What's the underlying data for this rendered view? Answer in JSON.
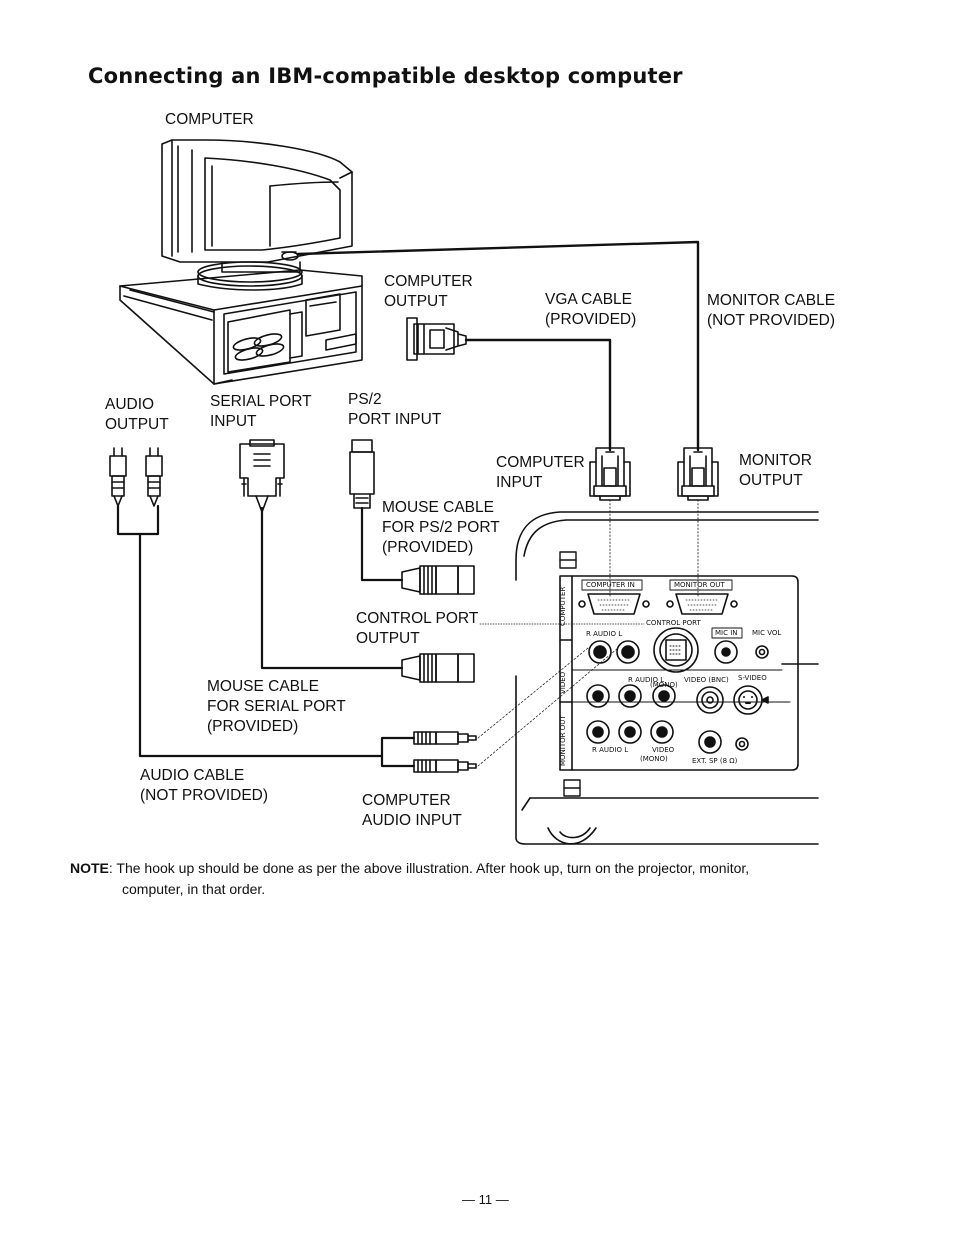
{
  "title": "Connecting an IBM-compatible desktop computer",
  "labels": {
    "computer": "COMPUTER",
    "computer_output": [
      "COMPUTER",
      "OUTPUT"
    ],
    "vga_cable": [
      "VGA CABLE",
      "(PROVIDED)"
    ],
    "monitor_cable": [
      "MONITOR CABLE",
      "(NOT PROVIDED)"
    ],
    "audio_output": [
      "AUDIO",
      "OUTPUT"
    ],
    "serial_port_input": [
      "SERIAL PORT",
      "INPUT"
    ],
    "ps2_port_input": [
      "PS/2",
      "PORT INPUT"
    ],
    "computer_input": [
      "COMPUTER",
      "INPUT"
    ],
    "monitor_output": [
      "MONITOR",
      "OUTPUT"
    ],
    "mouse_cable_ps2": [
      "MOUSE CABLE",
      "FOR PS/2 PORT",
      "(PROVIDED)"
    ],
    "control_port_output": [
      "CONTROL PORT",
      "OUTPUT"
    ],
    "mouse_cable_serial": [
      "MOUSE CABLE",
      "FOR SERIAL PORT",
      "(PROVIDED)"
    ],
    "audio_cable": [
      "AUDIO CABLE",
      "(NOT PROVIDED)"
    ],
    "computer_audio_input": [
      "COMPUTER",
      "AUDIO INPUT"
    ]
  },
  "panel": {
    "computer_in": "COMPUTER IN",
    "monitor_out": "MONITOR OUT",
    "control_port": "CONTROL PORT",
    "mic_in": "MIC IN",
    "mic_vol": "MIC VOL",
    "computer_side": "COMPUTER",
    "video_side": "VIDEO",
    "monitor_out_side": "MONITOR OUT",
    "audio_r": "R",
    "audio": "AUDIO",
    "audio_l": "L",
    "mono": "(MONO)",
    "video_bnc": "VIDEO (BNC)",
    "s_video": "S-VIDEO",
    "video": "VIDEO",
    "ext_sp": "EXT. SP (8 Ω)"
  },
  "note": {
    "prefix": "NOTE",
    "line1": ": The hook up should be done as per the above illustration. After hook up, turn on the projector, monitor,",
    "line2": "computer, in that order."
  },
  "page_number": "— 11 —"
}
